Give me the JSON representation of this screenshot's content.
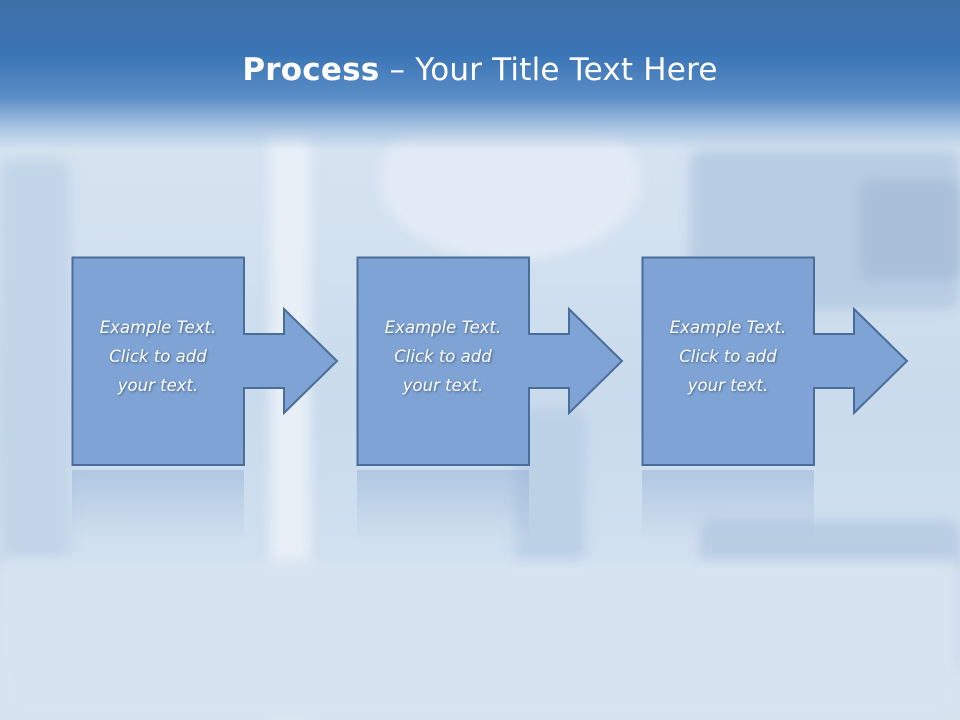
{
  "slide": {
    "title_bold": "Process",
    "title_rest": " – Your Title Text Here"
  },
  "steps": [
    {
      "line1": "Example Text.",
      "line2": "Click  to add",
      "line3": "your text."
    },
    {
      "line1": "Example Text.",
      "line2": "Click  to add",
      "line3": "your text."
    },
    {
      "line1": "Example Text.",
      "line2": "Click  to add",
      "line3": "your text."
    }
  ],
  "colors": {
    "header": "#3a74b5",
    "box_fill": "#7ea3d4",
    "box_stroke": "#4b6d9a",
    "text": "#ffffff"
  }
}
